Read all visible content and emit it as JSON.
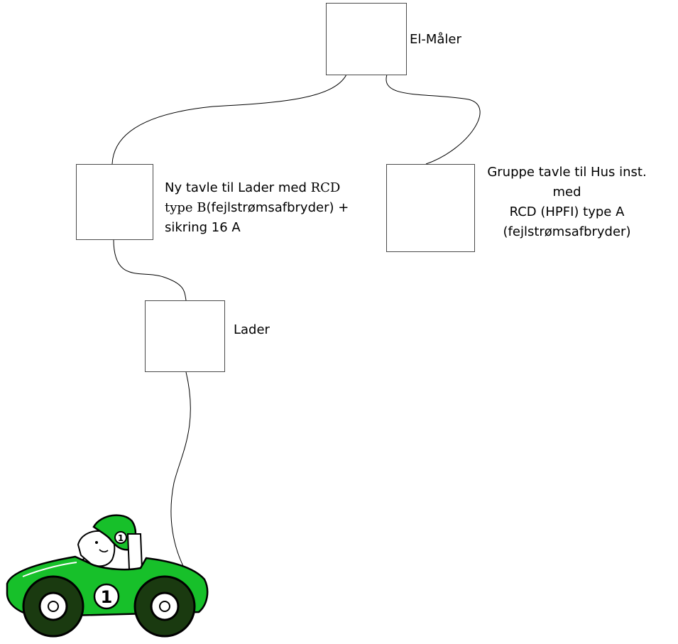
{
  "nodes": {
    "meter": {
      "label": "El-Måler"
    },
    "new_panel": {
      "line1_a": "Ny tavle til Lader med ",
      "line1_b": "RCD",
      "line2_a": "type B",
      "line2_b": "(fejlstrømsafbryder) +",
      "line3": "sikring 16 A"
    },
    "group_panel": {
      "line1": "Gruppe tavle til Hus inst.",
      "line2": "med",
      "line3": "RCD (HPFI) type A",
      "line4": "(fejlstrømsafbryder)"
    },
    "charger": {
      "label": "Lader"
    }
  },
  "car": {
    "number": "1",
    "colors": {
      "body": "#17c02a",
      "outline": "#000000",
      "tire": "#1a3a10"
    }
  }
}
